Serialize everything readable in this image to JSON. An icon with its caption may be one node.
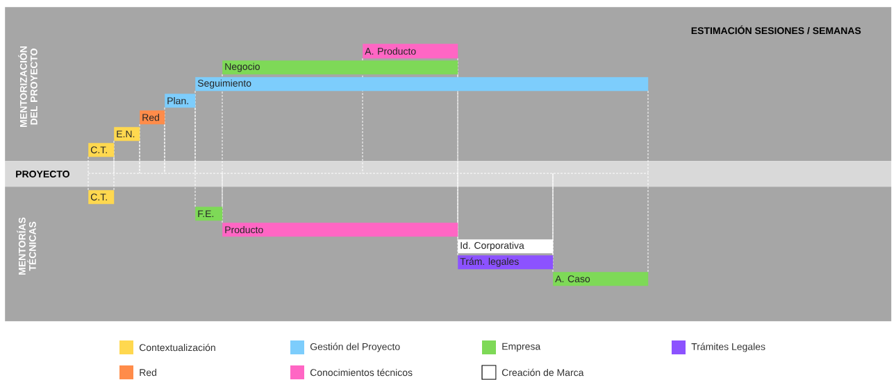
{
  "diagram": {
    "title": "ESTIMACIÓN SESIONES / SEMANAS",
    "nodes": [
      {
        "text": [
          "MENTORIZACIÓN DEL PROYECTO"
        ]
      },
      {
        "text": [
          "A. Producto"
        ],
        "in": 0
      },
      {
        "text": [
          "Negocio"
        ],
        "in": 0
      },
      {
        "text": [
          "Seguimiento"
        ],
        "in": 0
      },
      {
        "text": [
          "Plan."
        ],
        "in": 0
      },
      {
        "text": [
          "Red"
        ],
        "in": 0
      },
      {
        "text": [
          "E.N."
        ],
        "in": 0
      },
      {
        "text": [
          "C.T."
        ],
        "in": 0
      },
      {
        "text": [
          "PROYECTO"
        ]
      },
      {
        "text": [
          "MENTORÍAS TÉCNICAS"
        ]
      },
      {
        "text": [
          "C.T."
        ],
        "in": 9
      },
      {
        "text": [
          "F.E."
        ],
        "in": 9
      },
      {
        "text": [
          "Producto"
        ],
        "in": 9
      },
      {
        "text": [
          "Id. Corporativa"
        ],
        "in": 9
      },
      {
        "text": [
          "Trám. legales"
        ],
        "in": 9
      },
      {
        "text": [
          "A. Caso"
        ],
        "in": 9
      }
    ],
    "legend": [
      {
        "text": "Contextualización",
        "color": "#ffd84f"
      },
      {
        "text": "Gestión del Proyecto",
        "color": "#7dcdfc"
      },
      {
        "text": "Empresa",
        "color": "#7ed957"
      },
      {
        "text": "Trámites Legales",
        "color": "#8c52ff"
      },
      {
        "text": "Red",
        "color": "#ff8c4a"
      },
      {
        "text": "Conocimientos técnicos",
        "color": "#ff66c4"
      },
      {
        "text": "Creación de Marca",
        "color": "#ffffff"
      }
    ]
  }
}
